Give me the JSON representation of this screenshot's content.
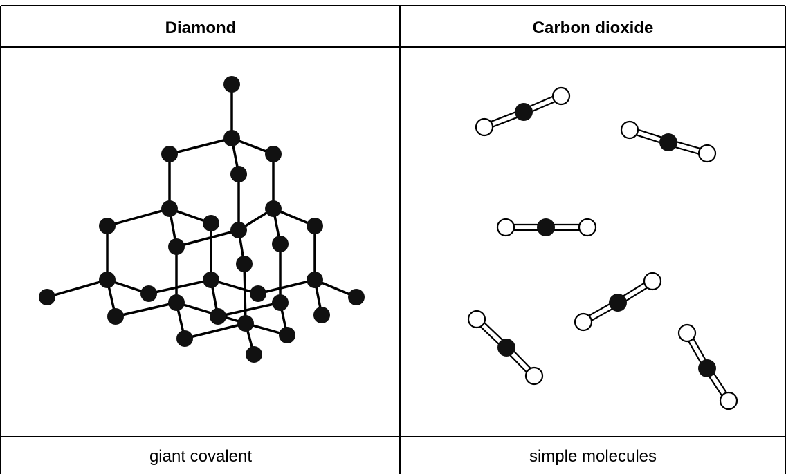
{
  "table": {
    "headers": [
      "Diamond",
      "Carbon dioxide"
    ],
    "footers": [
      "giant covalent",
      "simple molecules"
    ]
  },
  "colors": {
    "carbon_atom": "#111111",
    "oxygen_atom": "#ffffff",
    "line": "#000000"
  }
}
